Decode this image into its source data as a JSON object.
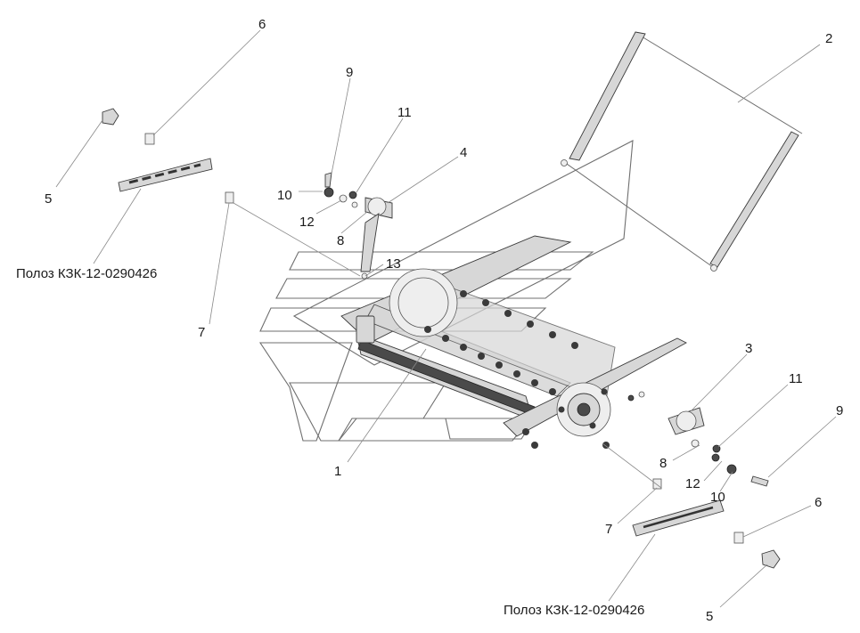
{
  "callouts": {
    "left": {
      "n6": "6",
      "n5": "5",
      "n9": "9",
      "n11": "11",
      "n4": "4",
      "n10": "10",
      "n12": "12",
      "n8": "8",
      "n13": "13",
      "n7": "7",
      "n1": "1",
      "n2": "2",
      "strip_label": "Полоз КЗК-12-0290426"
    },
    "right": {
      "n3": "3",
      "n11": "11",
      "n9": "9",
      "n8": "8",
      "n12": "12",
      "n10": "10",
      "n6": "6",
      "n7": "7",
      "n5": "5",
      "strip_label": "Полоз КЗК-12-0290426"
    }
  }
}
